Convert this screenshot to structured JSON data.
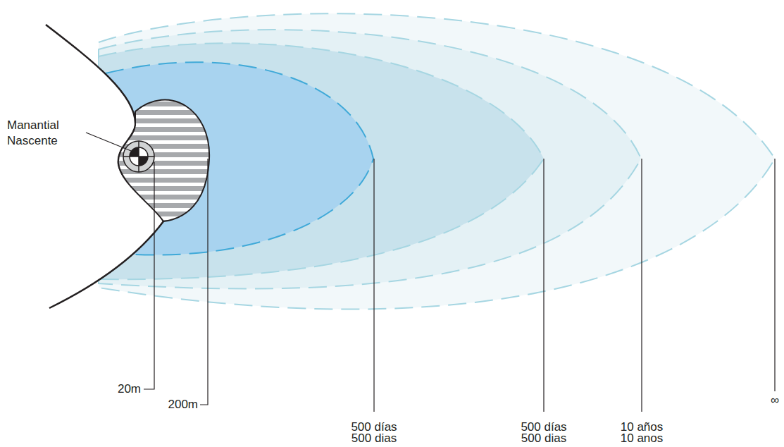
{
  "diagram": {
    "labels": [
      "Manantial",
      "Nascente",
      "20m",
      "200m",
      "500 días",
      "500 dias",
      "500 días",
      "500 dias",
      "10 años",
      "10 anos",
      "∞"
    ]
  }
}
